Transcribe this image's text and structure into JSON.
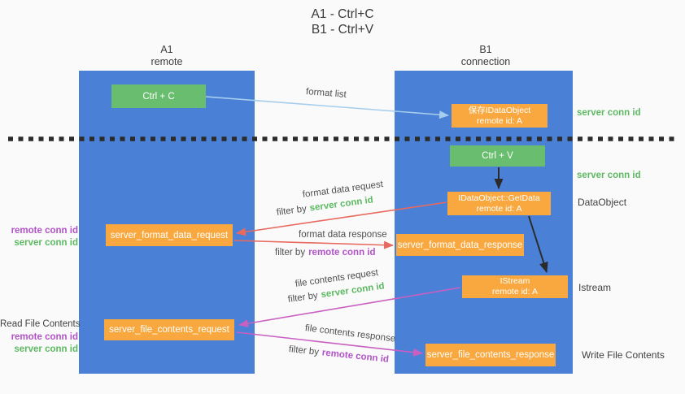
{
  "title": {
    "line1": "A1 - Ctrl+C",
    "line2": "B1 - Ctrl+V"
  },
  "columns": {
    "a1": {
      "name": "A1",
      "subtitle": "remote"
    },
    "b1": {
      "name": "B1",
      "subtitle": "connection"
    }
  },
  "nodes": {
    "ctrl_c": {
      "label": "Ctrl + C"
    },
    "save_idataobject": {
      "line1": "保存IDataObject",
      "line2": "remote id: A"
    },
    "ctrl_v": {
      "label": "Ctrl + V"
    },
    "getdata": {
      "line1": "IDataObject::GetData",
      "line2": "remote id: A"
    },
    "format_request": {
      "label": "server_format_data_request"
    },
    "format_response": {
      "label": "server_format_data_response"
    },
    "istream": {
      "line1": "IStream",
      "line2": "remote id: A"
    },
    "file_request": {
      "label": "server_file_contents_request"
    },
    "file_response": {
      "label": "server_file_contents_response"
    }
  },
  "arrow_labels": {
    "format_list": "format list",
    "format_data_request": "format data request",
    "format_data_response": "format data response",
    "file_contents_request": "file contents request",
    "file_contents_response": "file contents response",
    "filter_by": "filter by",
    "server_conn_id": "server conn id",
    "remote_conn_id": "remote conn id"
  },
  "side_labels": {
    "server_conn_id_top": "server conn id",
    "server_conn_id_mid": "server conn id",
    "dataobject": "DataObject",
    "istream": "Istream",
    "write_file_contents": "Write File Contents",
    "read_file_contents": "Read File Contents",
    "remote_conn_id": "remote conn id",
    "server_conn_id": "server conn id"
  },
  "colors": {
    "lifeline_blue": "#4a81d6",
    "node_orange": "#f9a83f",
    "node_green": "#68bd6e",
    "green_text": "#5dba62",
    "purple_text": "#b153c6",
    "red_arrow": "#e8695e",
    "magenta_arrow": "#c95fc1",
    "blue_arrow": "#a5cdec",
    "divider_dark": "#2b2b2b"
  }
}
